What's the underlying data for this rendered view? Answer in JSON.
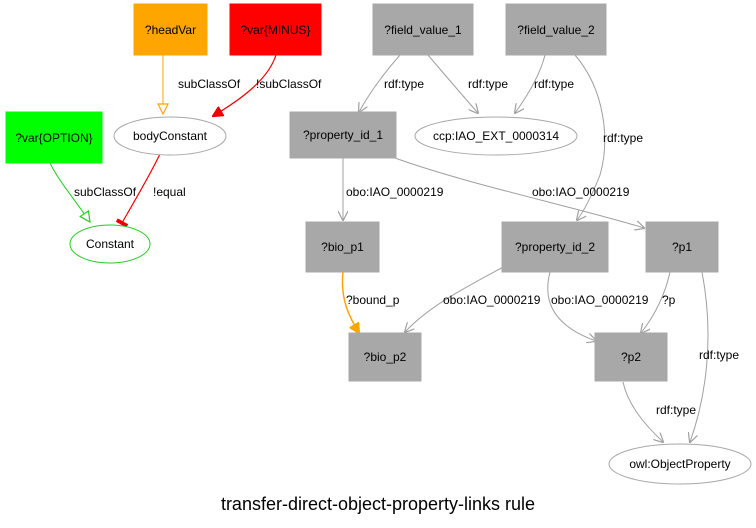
{
  "title": "transfer-direct-object-property-links rule",
  "colors": {
    "gray": "#a8a8a8",
    "orange": "#ffa500",
    "red": "#ff0000",
    "green": "#00ff00",
    "gray_edge": "#a0a0a0",
    "orange_edge": "#ffa500",
    "red_edge": "#ee0000",
    "green_edge": "#22cc22"
  },
  "nodes": {
    "headVar": "?headVar",
    "varMinus": "?var{MINUS}",
    "fieldValue1": "?field_value_1",
    "fieldValue2": "?field_value_2",
    "varOption": "?var{OPTION}",
    "bodyConstant": "bodyConstant",
    "propertyId1": "?property_id_1",
    "ccpIao": "ccp:IAO_EXT_0000314",
    "constant": "Constant",
    "bioP1": "?bio_p1",
    "propertyId2": "?property_id_2",
    "p1": "?p1",
    "bioP2": "?bio_p2",
    "p2": "?p2",
    "owlObjectProperty": "owl:ObjectProperty"
  },
  "edges": {
    "headVarToBody": "subClassOf",
    "minusToBody": "!subClassOf",
    "optionToConstant": "subClassOf",
    "bodyToConstant": "!equal",
    "fv1ToProp1": "rdf:type",
    "fv1ToCcp": "rdf:type",
    "fv2ToCcp": "rdf:type",
    "fv2ToProp2": "rdf:type",
    "prop1ToBioP1": "obo:IAO_0000219",
    "prop1ToP1": "obo:IAO_0000219",
    "bioP1ToBioP2": "?bound_p",
    "prop2ToBioP2": "obo:IAO_0000219",
    "prop2ToP2": "obo:IAO_0000219",
    "p1ToP2": "?p",
    "p1ToOwl": "rdf:type",
    "p2ToOwl": "rdf:type"
  }
}
